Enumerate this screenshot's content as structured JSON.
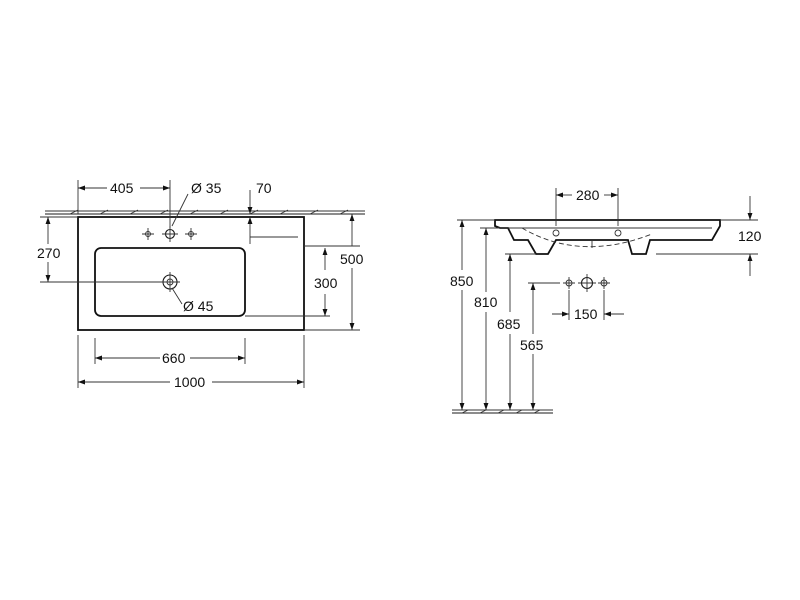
{
  "top_view": {
    "dimensions": {
      "faucet_offset": "405",
      "tap_hole_diameter": "Ø 35",
      "backsplash_depth": "70",
      "front_offset": "270",
      "total_depth": "500",
      "bowl_depth": "300",
      "drain_diameter": "Ø 45",
      "bowl_width": "660",
      "total_width": "1000"
    }
  },
  "side_view": {
    "dimensions": {
      "faucet_spacing": "280",
      "basin_height": "120",
      "top_height": "850",
      "underside_height": "810",
      "drain_height": "685",
      "supply_height": "565",
      "supply_spacing": "150"
    }
  }
}
